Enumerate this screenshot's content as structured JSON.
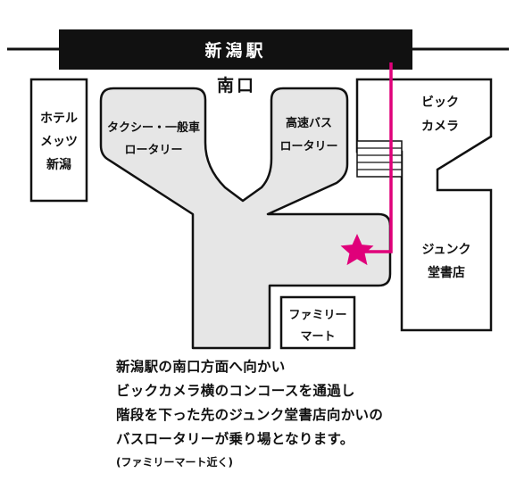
{
  "station": "新潟駅",
  "exit": "南口",
  "buildings": {
    "hotel": [
      "ホテル",
      "メッツ",
      "新潟"
    ],
    "bic_camera": [
      "ビック",
      "カメラ"
    ],
    "junkudo": [
      "ジュンク",
      "堂書店"
    ],
    "family_mart": [
      "ファミリー",
      "マート"
    ]
  },
  "rotaries": {
    "taxi": [
      "タクシー・一般車",
      "ロータリー"
    ],
    "bus": [
      "高速バス",
      "ロータリー"
    ]
  },
  "description": {
    "lines": [
      "新潟駅の南口方面へ向かい",
      "ビックカメラ横のコンコースを通過し",
      "階段を下った先のジュンク堂書店向かいの",
      "バスロータリーが乗り場となります。"
    ],
    "note": "(ファミリーマート近く)"
  },
  "colors": {
    "route": "#e0007a",
    "star": "#e0007a",
    "plaza": "#e6e6e6",
    "station_bar": "#111111"
  },
  "icons": {
    "destination": "star-icon",
    "stairs": "stairs-icon"
  }
}
